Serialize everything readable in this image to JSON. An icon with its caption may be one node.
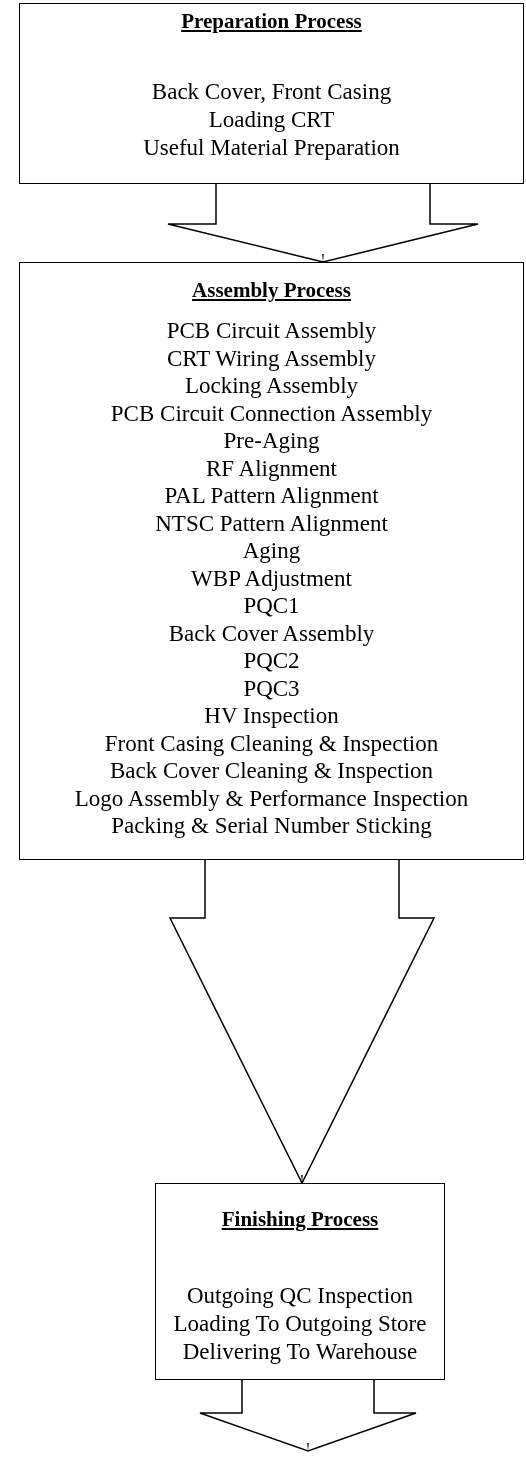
{
  "diagram": {
    "nodes": [
      {
        "text": [
          "Preparation Process",
          "Back Cover, Front Casing",
          "Loading CRT",
          "Useful Material Preparation"
        ]
      },
      {
        "text": [
          "Assembly Process",
          "PCB Circuit Assembly",
          "CRT Wiring Assembly",
          "Locking Assembly",
          "PCB Circuit Connection Assembly",
          "Pre-Aging",
          "RF Alignment",
          "PAL Pattern Alignment",
          "NTSC Pattern Alignment",
          "Aging",
          "WBP Adjustment",
          "PQC1",
          "Back Cover Assembly",
          "PQC2",
          "PQC3",
          "HV Inspection",
          "Front Casing Cleaning & Inspection",
          "Back Cover Cleaning & Inspection",
          "Logo Assembly & Performance Inspection",
          "Packing & Serial Number Sticking"
        ]
      },
      {
        "text": [
          "Finishing Process",
          "Outgoing QC Inspection",
          "Loading To Outgoing Store",
          "Delivering To Warehouse"
        ]
      }
    ],
    "edges": [
      {
        "from": 0,
        "to": 1,
        "arrow": "to"
      },
      {
        "from": 1,
        "to": 2,
        "arrow": "to"
      },
      {
        "from": 2,
        "to": null,
        "arrow": "to"
      }
    ]
  }
}
